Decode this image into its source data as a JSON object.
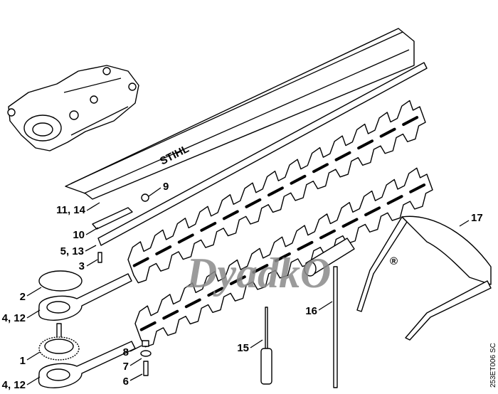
{
  "diagram": {
    "brand_logo": "STIHL",
    "watermark": "DyadkO",
    "watermark_mark": "®",
    "drawing_code": "253ET006 SC",
    "callouts": [
      {
        "id": "c9",
        "text": "9"
      },
      {
        "id": "c11",
        "text": "11, 14"
      },
      {
        "id": "c10",
        "text": "10"
      },
      {
        "id": "c5",
        "text": "5, 13"
      },
      {
        "id": "c3",
        "text": "3"
      },
      {
        "id": "c2",
        "text": "2"
      },
      {
        "id": "c4a",
        "text": "4, 12"
      },
      {
        "id": "c1",
        "text": "1"
      },
      {
        "id": "c8",
        "text": "8"
      },
      {
        "id": "c7",
        "text": "7"
      },
      {
        "id": "c6",
        "text": "6"
      },
      {
        "id": "c4b",
        "text": "4, 12"
      },
      {
        "id": "c15",
        "text": "15"
      },
      {
        "id": "c16",
        "text": "16"
      },
      {
        "id": "c17",
        "text": "17"
      }
    ]
  }
}
